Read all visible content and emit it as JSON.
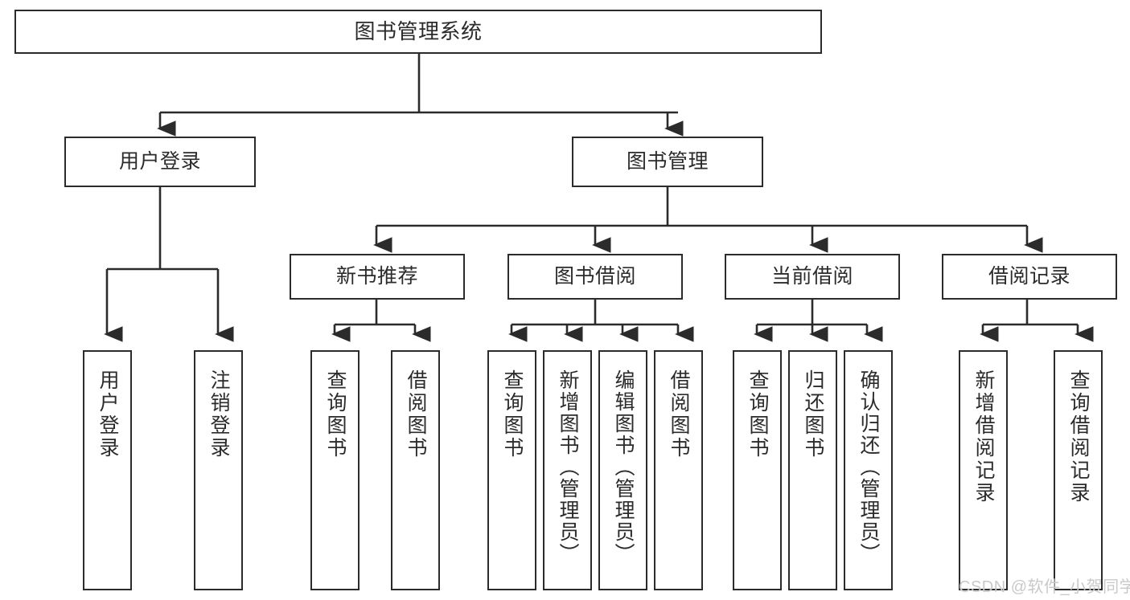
{
  "diagram": {
    "type": "tree-hierarchy-chart",
    "title": "图书管理系统",
    "stroke_color": "#2b2b2b",
    "background_color": "#ffffff",
    "text_color": "#2b2b2b",
    "nodes": {
      "root": {
        "label": "图书管理系统"
      },
      "level2": [
        {
          "label": "用户登录"
        },
        {
          "label": "图书管理"
        }
      ],
      "level3": [
        {
          "label": "新书推荐"
        },
        {
          "label": "图书借阅"
        },
        {
          "label": "当前借阅"
        },
        {
          "label": "借阅记录"
        }
      ],
      "leaves_user_login": [
        {
          "label": "用户登录"
        },
        {
          "label": "注销登录"
        }
      ],
      "leaves_new_book": [
        {
          "label": "查询图书"
        },
        {
          "label": "借阅图书"
        }
      ],
      "leaves_borrow": [
        {
          "label": "查询图书"
        },
        {
          "label": "新增图书（管理员）"
        },
        {
          "label": "编辑图书（管理员）"
        },
        {
          "label": "借阅图书"
        }
      ],
      "leaves_current": [
        {
          "label": "查询图书"
        },
        {
          "label": "归还图书"
        },
        {
          "label": "确认归还（管理员）"
        }
      ],
      "leaves_records": [
        {
          "label": "新增借阅记录"
        },
        {
          "label": "查询借阅记录"
        }
      ]
    }
  },
  "watermark": {
    "text": "CSDN @软件_小贺同学"
  }
}
